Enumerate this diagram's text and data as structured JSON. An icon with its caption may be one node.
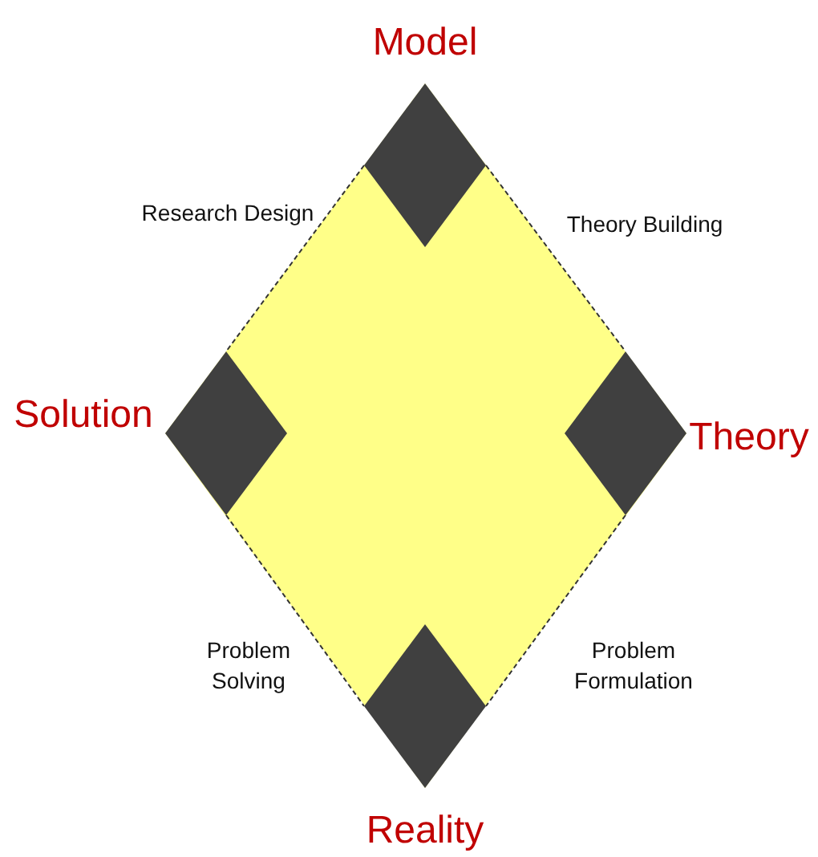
{
  "diagram": {
    "nodes": [
      {
        "text": [],
        "shape": "diamond",
        "beside": [
          "Model"
        ]
      },
      {
        "text": [],
        "shape": "diamond",
        "beside": [
          "Solution"
        ]
      },
      {
        "text": [],
        "shape": "diamond",
        "beside": [
          "Theory"
        ]
      },
      {
        "text": [],
        "shape": "diamond",
        "beside": [
          "Reality"
        ]
      }
    ],
    "edges": [
      {
        "from": 0,
        "to": 1,
        "arrow": "none",
        "style": "dashed",
        "label": "Research Design"
      },
      {
        "from": 0,
        "to": 2,
        "arrow": "none",
        "style": "dashed",
        "label": "Theory Building"
      },
      {
        "from": 1,
        "to": 3,
        "arrow": "none",
        "style": "dashed",
        "label": "Problem Solving"
      },
      {
        "from": 2,
        "to": 3,
        "arrow": "none",
        "style": "dashed",
        "label": "Problem Formulation"
      }
    ]
  }
}
